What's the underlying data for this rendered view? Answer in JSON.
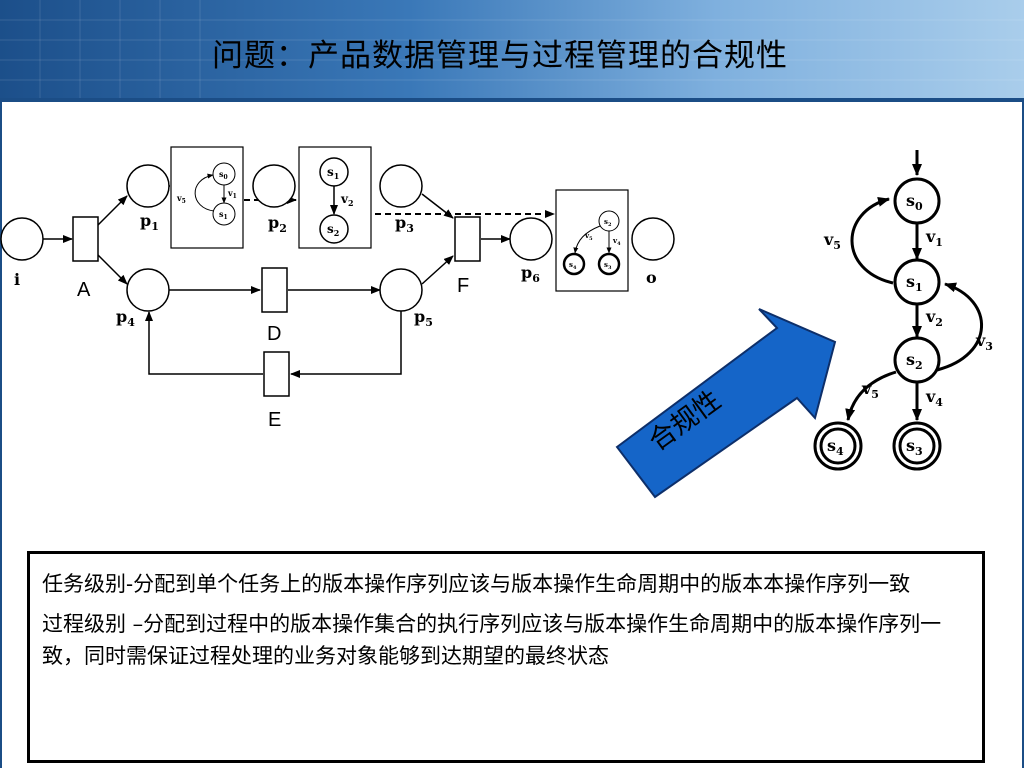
{
  "slide": {
    "title": "问题：产品数据管理与过程管理的合规性",
    "callout": "合规性",
    "paragraphs": [
      "任务级别-分配到单个任务上的版本操作序列应该与版本操作生命周期中的版本本操作序列一致",
      "过程级别 –分配到过程中的版本操作集合的执行序列应该与版本操作生命周期中的版本操作序列一致，同时需保证过程处理的业务对象能够到达期望的最终状态"
    ]
  },
  "petri_net": {
    "places": [
      "i",
      "p",
      "p",
      "p",
      "p",
      "p",
      "p",
      "o"
    ],
    "place_subs": [
      "",
      "1",
      "2",
      "3",
      "4",
      "5",
      "6",
      ""
    ],
    "transitions": [
      "A",
      "D",
      "E",
      "F"
    ],
    "box1": {
      "states": [
        "s",
        "s"
      ],
      "subs": [
        "0",
        "1"
      ],
      "edges": [
        "v",
        "v"
      ],
      "edge_subs": [
        "1",
        "5"
      ]
    },
    "box2": {
      "states": [
        "s",
        "s"
      ],
      "subs": [
        "1",
        "2"
      ],
      "edges": [
        "v"
      ],
      "edge_subs": [
        "2"
      ]
    },
    "box3": {
      "states": [
        "s",
        "s",
        "s"
      ],
      "subs": [
        "2",
        "4",
        "3"
      ],
      "edges": [
        "v",
        "v"
      ],
      "edge_subs": [
        "5",
        "4"
      ]
    }
  },
  "lifecycle": {
    "states": [
      "s",
      "s",
      "s",
      "s",
      "s"
    ],
    "state_subs": [
      "0",
      "1",
      "2",
      "4",
      "3"
    ],
    "edges": [
      "v",
      "v",
      "v",
      "v",
      "v",
      "v"
    ],
    "edge_subs": [
      "1",
      "5",
      "2",
      "3",
      "5",
      "4"
    ]
  },
  "colors": {
    "header": "#3a78b8",
    "arrow": "#1565c8",
    "frame": "#1b4d86"
  }
}
